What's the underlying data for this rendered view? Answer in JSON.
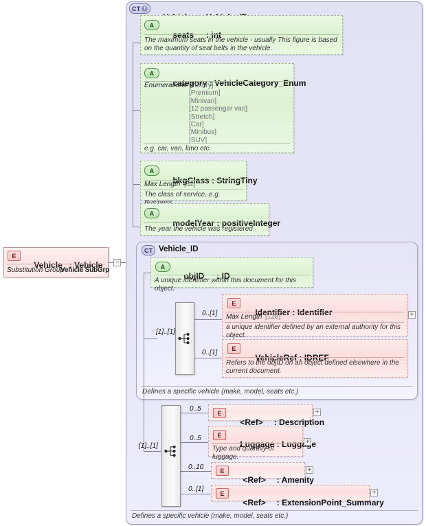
{
  "diagram": {
    "type": "xsd-schema-diagram",
    "colors": {
      "panel_bg": "#e6e5f7",
      "panel_border": "#9a9ac4",
      "attribute_bg": "#ddf2d2",
      "attribute_border": "#9ab98f",
      "element_bg": "#fbdede",
      "element_border": "#cfa3a3",
      "connector": "#7b7b9e"
    }
  },
  "root_element": {
    "badge": "E",
    "badge_name": "element-badge",
    "name": "Vehicle",
    "type": ": Vehicle",
    "facet_label": "Substitution Group",
    "facet_value": "Vehicle SubGrp"
  },
  "outer_panel": {
    "badge": "CT",
    "badge_expand": "+",
    "name": "Vehicle",
    "type": ": Vehicle_ID",
    "footer_note": "Defines a specific vehicle (make, model, seats etc.)"
  },
  "attributes": [
    {
      "badge": "A",
      "name": "seats",
      "type": ": int",
      "note": "The maximum seats in the vehicle - usually This figure is based on the quantity of seat belts in the vehicle."
    },
    {
      "badge": "A",
      "name": "category",
      "type": ": VehicleCategory_Enum",
      "facet_label": "Enumerations",
      "enumerations": [
        "[Luxury]",
        "[Premium]",
        "[Minivan]",
        "[12 passenger van]",
        "[Stretch]",
        "[Car]",
        "[Minibus]",
        "[SUV]"
      ],
      "note": "e.g. car, van, limo etc."
    },
    {
      "badge": "A",
      "name": "bkgClass",
      "type": ": StringTiny",
      "facet_label": "Max Length",
      "facet_value": "[32]",
      "note": "The class of service, e.g. Business."
    },
    {
      "badge": "A",
      "name": "modelYear",
      "type": ": positiveInteger",
      "note": "The year the vehicle was registered"
    }
  ],
  "inner_panel": {
    "badge": "CT",
    "name": "Vehicle_ID",
    "footer_note": "Defines a specific vehicle (make, model, seats etc.)",
    "attribute": {
      "badge": "A",
      "name": "objID",
      "type": ": ID",
      "note": "A unique identifier within this document for this object."
    },
    "compositor": {
      "kind": "sequence",
      "cardinality": "[1]..[1]"
    },
    "children": [
      {
        "badge": "E",
        "name": "Identifier",
        "type": ": Identifier",
        "cardinality": "0..[1]",
        "facet_label": "Max Length",
        "facet_value": "[128]",
        "note": "a unique identifier defined by an external authority for this object.",
        "expand": "+"
      },
      {
        "badge": "E",
        "name": "VehicleRef",
        "type": ": IDREF",
        "cardinality": "0..[1]",
        "note": "Refers to the objID on an object defined elsewhere in the current document."
      }
    ]
  },
  "bottom_group": {
    "compositor": {
      "kind": "sequence",
      "cardinality": "[1]..[1]"
    },
    "children": [
      {
        "badge": "E",
        "name": "<Ref>",
        "type": ": Description",
        "cardinality": "0..5",
        "expand": "+"
      },
      {
        "badge": "E",
        "name": "Luggage",
        "type": ": Luggage",
        "cardinality": "0..5",
        "note": "Type and quantity of luggage.",
        "expand": "+"
      },
      {
        "badge": "E",
        "name": "<Ref>",
        "type": ": Amenity",
        "cardinality": "0..10",
        "expand": "+"
      },
      {
        "badge": "E",
        "name": "<Ref>",
        "type": ": ExtensionPoint_Summary",
        "cardinality": "0..[1]",
        "expand": "+"
      }
    ]
  }
}
